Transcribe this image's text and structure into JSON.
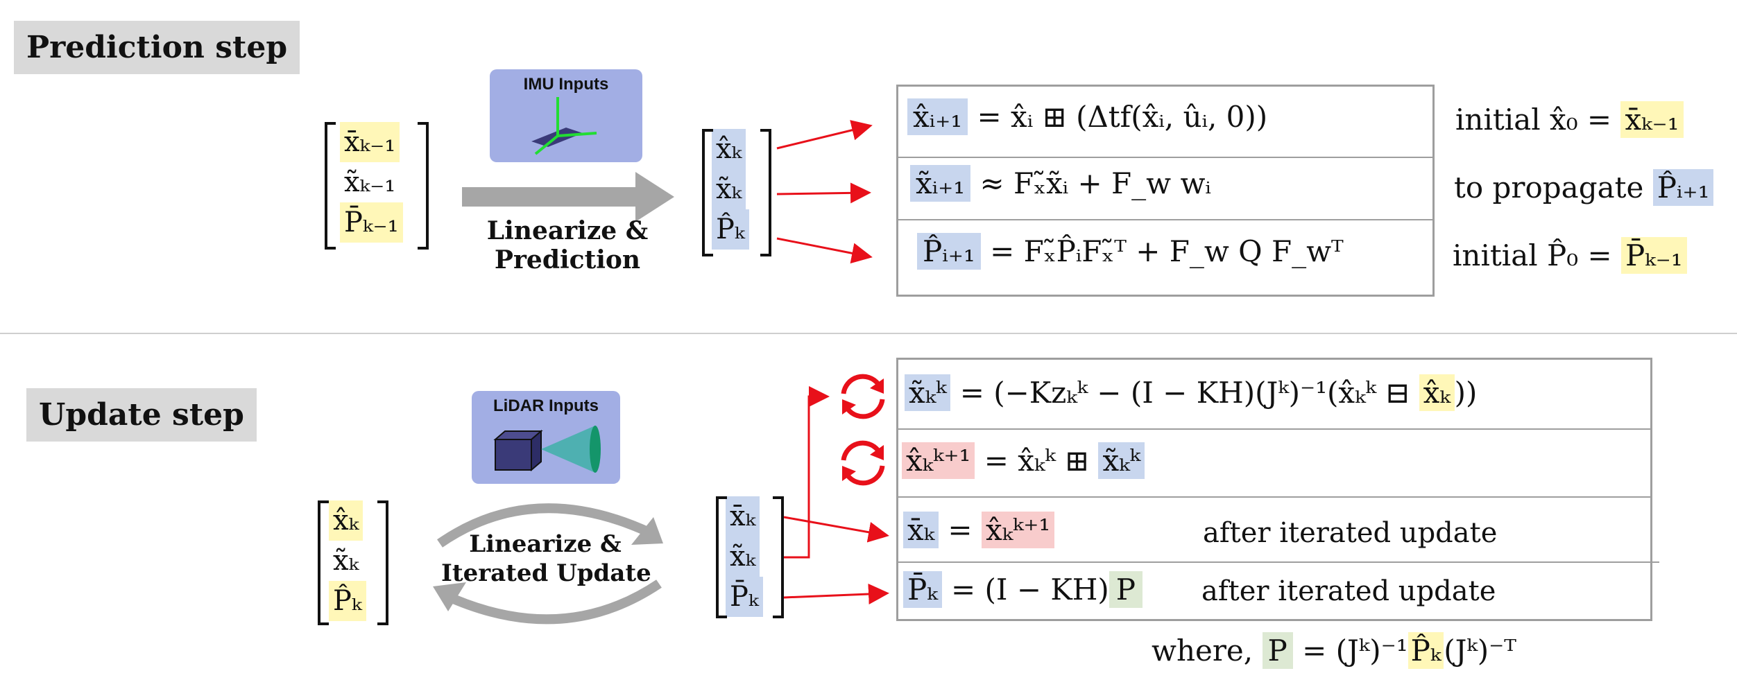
{
  "prediction": {
    "label": "Prediction step",
    "sensor": "IMU Inputs",
    "caption": [
      "Linearize &",
      "Prediction"
    ],
    "input": [
      "x̄ₖ₋₁",
      "x̃ₖ₋₁",
      "P̄ₖ₋₁"
    ],
    "output": [
      "x̂ₖ",
      "x̃ₖ",
      "P̂ₖ"
    ],
    "equations": [
      {
        "lhs": "x̂ᵢ₊₁",
        "rhs": "= x̂ᵢ ⊞ (Δtf(x̂ᵢ, ûᵢ, 0))"
      },
      {
        "lhs": "x̃ᵢ₊₁",
        "rhs": "≈ Fₓ̃x̃ᵢ + F_w wᵢ"
      },
      {
        "lhs": "P̂ᵢ₊₁",
        "rhs": "= Fₓ̃P̂ᵢFₓ̃ᵀ + F_w Q F_wᵀ"
      }
    ],
    "notes": [
      {
        "text": "initial x̂₀ =",
        "hl": "x̄ₖ₋₁"
      },
      {
        "text": "to propagate",
        "hl": "P̂ᵢ₊₁"
      },
      {
        "text": "initial P̂₀ =",
        "hl": "P̄ₖ₋₁"
      }
    ]
  },
  "update": {
    "label": "Update step",
    "sensor": "LiDAR Inputs",
    "caption": [
      "Linearize &",
      "Iterated Update"
    ],
    "input": [
      "x̂ₖ",
      "x̃ₖ",
      "P̂ₖ"
    ],
    "output": [
      "x̄ₖ",
      "x̃ₖ",
      "P̄ₖ"
    ],
    "eq1": {
      "lhs": "x̃ₖᵏ",
      "a": "= (−Kzₖᵏ − (I − KH)(Jᵏ)⁻¹(x̂ₖᵏ ⊟",
      "hl": "x̂ₖ",
      "b": "))"
    },
    "eq2": {
      "lhs": "x̂ₖᵏ⁺¹",
      "a": "= x̂ₖᵏ ⊞",
      "hl": "x̃ₖᵏ"
    },
    "eq3": {
      "lhs": "x̄ₖ",
      "a": "=",
      "hl": "x̂ₖᵏ⁺¹",
      "note": "after iterated update"
    },
    "eq4": {
      "lhs": "P̄ₖ",
      "a": "= (I − KH)",
      "hl": "P",
      "note": "after iterated update"
    },
    "where": {
      "pre": "where,",
      "p": "P",
      "a": "= (Jᵏ)⁻¹",
      "hl": "P̂ₖ",
      "b": "(Jᵏ)⁻ᵀ"
    }
  },
  "colors": {
    "highlight_yellow": "#fff7b8",
    "highlight_blue": "#c8d6ee",
    "highlight_red": "#f8cccc",
    "highlight_green": "#dde9d3",
    "arrow_red": "#e8101a",
    "arrow_gray": "#a6a6a6"
  }
}
